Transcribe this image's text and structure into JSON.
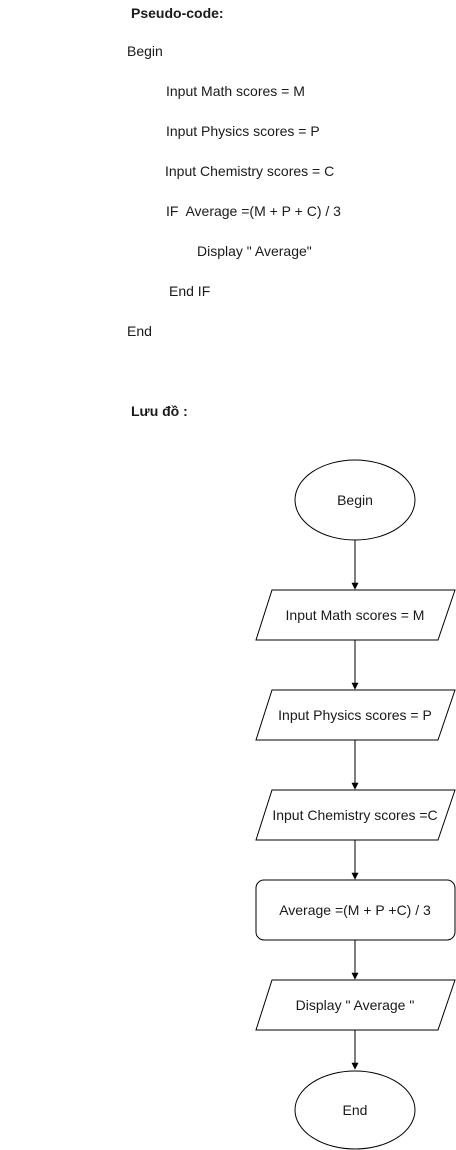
{
  "pseudocode": {
    "heading": "Pseudo-code:",
    "lines": [
      "Begin",
      "Input Math scores = M",
      "Input Physics scores = P",
      "Input Chemistry scores = C",
      "IF  Average =(M + P + C) / 3",
      "Display \" Average\"",
      "End IF",
      "End"
    ]
  },
  "flowchart": {
    "heading": "Lưu đồ :",
    "start": "Begin",
    "input_math": "Input Math scores = M",
    "input_physics": "Input Physics scores = P",
    "input_chemistry": "Input Chemistry scores =C",
    "process_average": "Average =(M + P +C) / 3",
    "output_display": "Display \" Average \"",
    "end": "End"
  }
}
